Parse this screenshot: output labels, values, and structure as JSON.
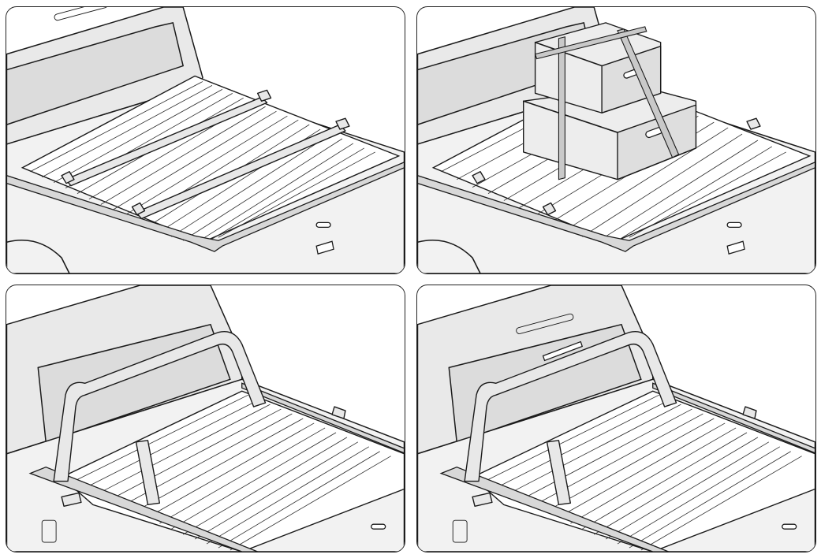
{
  "figure": {
    "panels": [
      {
        "id": "panel-1",
        "scene": "cover-with-cross-bars"
      },
      {
        "id": "panel-2",
        "scene": "cover-with-strapped-boxes"
      },
      {
        "id": "panel-3",
        "scene": "cover-with-roll-bar"
      },
      {
        "id": "panel-4",
        "scene": "cover-with-roll-bar-and-brake-light"
      }
    ],
    "brand_mark": ""
  },
  "colors": {
    "outline": "#1a1a1a",
    "body": "#f2f2f2",
    "shade": "#dedede",
    "background": "#ffffff"
  }
}
